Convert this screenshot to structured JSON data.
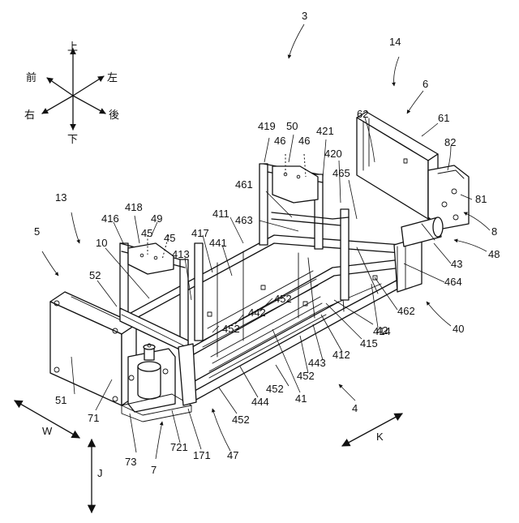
{
  "compass": {
    "up": "上",
    "down": "下",
    "front": "前",
    "rear": "後",
    "left": "左",
    "right": "右"
  },
  "axes": {
    "w": "W",
    "k": "K",
    "j": "J"
  },
  "labels": [
    {
      "id": "3",
      "text": "3"
    },
    {
      "id": "14",
      "text": "14"
    },
    {
      "id": "6",
      "text": "6"
    },
    {
      "id": "61",
      "text": "61"
    },
    {
      "id": "62",
      "text": "62"
    },
    {
      "id": "82",
      "text": "82"
    },
    {
      "id": "81",
      "text": "81"
    },
    {
      "id": "8",
      "text": "8"
    },
    {
      "id": "48",
      "text": "48"
    },
    {
      "id": "43",
      "text": "43"
    },
    {
      "id": "464",
      "text": "464"
    },
    {
      "id": "462",
      "text": "462"
    },
    {
      "id": "42",
      "text": "42"
    },
    {
      "id": "40",
      "text": "40"
    },
    {
      "id": "419",
      "text": "419"
    },
    {
      "id": "50",
      "text": "50"
    },
    {
      "id": "46a",
      "text": "46"
    },
    {
      "id": "46b",
      "text": "46"
    },
    {
      "id": "421",
      "text": "421"
    },
    {
      "id": "420",
      "text": "420"
    },
    {
      "id": "465",
      "text": "465"
    },
    {
      "id": "461",
      "text": "461"
    },
    {
      "id": "463",
      "text": "463"
    },
    {
      "id": "411",
      "text": "411"
    },
    {
      "id": "13",
      "text": "13"
    },
    {
      "id": "5",
      "text": "5"
    },
    {
      "id": "416",
      "text": "416"
    },
    {
      "id": "418",
      "text": "418"
    },
    {
      "id": "49",
      "text": "49"
    },
    {
      "id": "45a",
      "text": "45"
    },
    {
      "id": "45b",
      "text": "45"
    },
    {
      "id": "10",
      "text": "10"
    },
    {
      "id": "417",
      "text": "417"
    },
    {
      "id": "441",
      "text": "441"
    },
    {
      "id": "413",
      "text": "413"
    },
    {
      "id": "52",
      "text": "52"
    },
    {
      "id": "452a",
      "text": "452"
    },
    {
      "id": "442",
      "text": "442"
    },
    {
      "id": "452b",
      "text": "452"
    },
    {
      "id": "414",
      "text": "414"
    },
    {
      "id": "415",
      "text": "415"
    },
    {
      "id": "412",
      "text": "412"
    },
    {
      "id": "443",
      "text": "443"
    },
    {
      "id": "452c",
      "text": "452"
    },
    {
      "id": "452d",
      "text": "452"
    },
    {
      "id": "41",
      "text": "41"
    },
    {
      "id": "444",
      "text": "444"
    },
    {
      "id": "4",
      "text": "4"
    },
    {
      "id": "452e",
      "text": "452"
    },
    {
      "id": "51",
      "text": "51"
    },
    {
      "id": "71",
      "text": "71"
    },
    {
      "id": "73",
      "text": "73"
    },
    {
      "id": "721",
      "text": "721"
    },
    {
      "id": "171",
      "text": "171"
    },
    {
      "id": "47",
      "text": "47"
    },
    {
      "id": "7",
      "text": "7"
    }
  ]
}
